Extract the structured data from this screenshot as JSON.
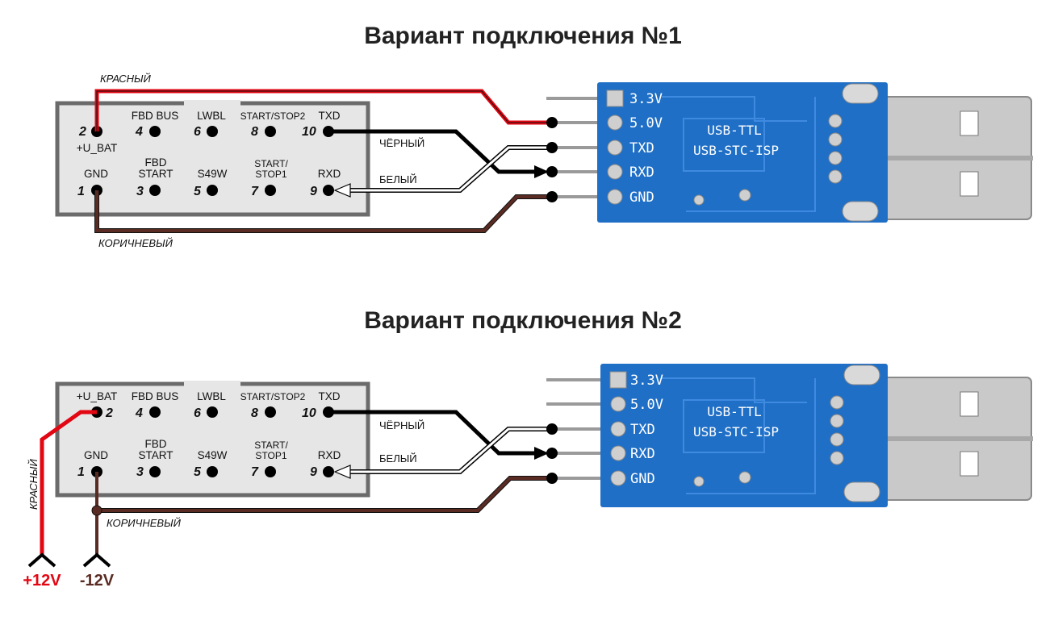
{
  "colors": {
    "red_wire": "#e30613",
    "black_wire": "#000000",
    "white_wire": "#ffffff",
    "brown_wire": "#5a2b22",
    "connector_fill": "#e6e6e6",
    "connector_border": "#6b6b6b",
    "pcb_blue": "#1f6fc6",
    "usb_metal": "#c9c9c9"
  },
  "variant1": {
    "title": "Вариант подключения №1",
    "wire_labels": {
      "red": "КРАСНЫЙ",
      "black": "ЧЁРНЫЙ",
      "white": "БЕЛЫЙ",
      "brown": "КОРИЧНЕВЫЙ"
    },
    "connector": {
      "top_row": [
        {
          "num": "2",
          "label": "+U_BAT"
        },
        {
          "num": "4",
          "label": "FBD BUS"
        },
        {
          "num": "6",
          "label": "LWBL"
        },
        {
          "num": "8",
          "label": "START/STOP2"
        },
        {
          "num": "10",
          "label": "TXD"
        }
      ],
      "bottom_row": [
        {
          "num": "1",
          "label": "GND"
        },
        {
          "num": "3",
          "label_line1": "FBD",
          "label_line2": "START"
        },
        {
          "num": "5",
          "label": "S49W"
        },
        {
          "num": "7",
          "label_line1": "START/",
          "label_line2": "STOP1"
        },
        {
          "num": "9",
          "label": "RXD"
        }
      ]
    },
    "adapter": {
      "pins": [
        "3.3V",
        "5.0V",
        "TXD",
        "RXD",
        "GND"
      ],
      "name_line1": "USB-TTL",
      "name_line2": "USB-STC-ISP"
    }
  },
  "variant2": {
    "title": "Вариант подключения №2",
    "wire_labels": {
      "red": "КРАСНЫЙ",
      "black": "ЧЁРНЫЙ",
      "white": "БЕЛЫЙ",
      "brown": "КОРИЧНЕВЫЙ"
    },
    "connector": {
      "top_row": [
        {
          "num": "2",
          "label": "+U_BAT"
        },
        {
          "num": "4",
          "label": "FBD BUS"
        },
        {
          "num": "6",
          "label": "LWBL"
        },
        {
          "num": "8",
          "label": "START/STOP2"
        },
        {
          "num": "10",
          "label": "TXD"
        }
      ],
      "bottom_row": [
        {
          "num": "1",
          "label": "GND"
        },
        {
          "num": "3",
          "label_line1": "FBD",
          "label_line2": "START"
        },
        {
          "num": "5",
          "label": "S49W"
        },
        {
          "num": "7",
          "label_line1": "START/",
          "label_line2": "STOP1"
        },
        {
          "num": "9",
          "label": "RXD"
        }
      ]
    },
    "adapter": {
      "pins": [
        "3.3V",
        "5.0V",
        "TXD",
        "RXD",
        "GND"
      ],
      "name_line1": "USB-TTL",
      "name_line2": "USB-STC-ISP"
    },
    "supply": {
      "plus": "+12V",
      "minus": "-12V"
    }
  }
}
